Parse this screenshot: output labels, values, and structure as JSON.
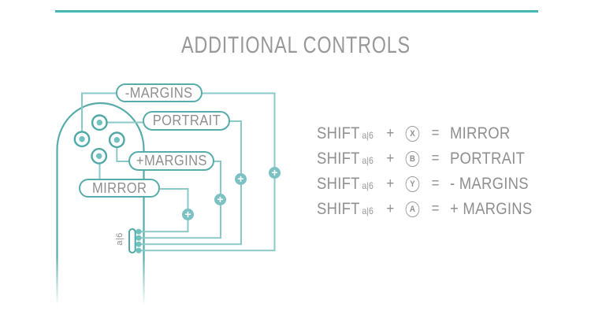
{
  "title": "ADDITIONAL CONTROLS",
  "colors": {
    "rule_teal": "#3fbab6",
    "connector_teal": "#8bc9c9",
    "outline_teal": "#4fa8a6",
    "dot_teal": "#72c1c1",
    "badge_teal": "#7cc2c4",
    "text_gray": "#8f8f91"
  },
  "diagram": {
    "pills": {
      "minus_margins": "-MARGINS",
      "portrait": "PORTRAIT",
      "plus_margins": "+MARGINS",
      "mirror": "MIRROR"
    },
    "paddle_label": "a|6",
    "plus_icon": "+"
  },
  "legend": {
    "rows": [
      {
        "modifier": "SHIFT",
        "paddle": "a|6",
        "plus": "+",
        "button": "X",
        "equals": "=",
        "result": "MIRROR"
      },
      {
        "modifier": "SHIFT",
        "paddle": "a|6",
        "plus": "+",
        "button": "B",
        "equals": "=",
        "result": "PORTRAIT"
      },
      {
        "modifier": "SHIFT",
        "paddle": "a|6",
        "plus": "+",
        "button": "Y",
        "equals": "=",
        "result": "- MARGINS"
      },
      {
        "modifier": "SHIFT",
        "paddle": "a|6",
        "plus": "+",
        "button": "A",
        "equals": "=",
        "result": "+ MARGINS"
      }
    ]
  }
}
